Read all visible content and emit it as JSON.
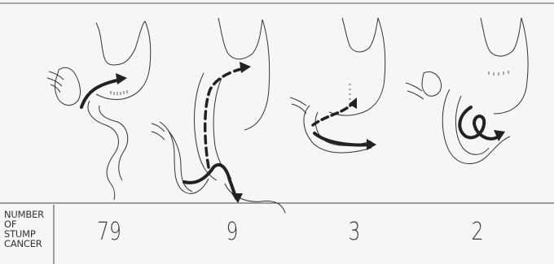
{
  "row_label": {
    "line1": "NUMBER",
    "line2": "OF",
    "line3": "STUMP",
    "line4": "CANCER"
  },
  "panels": [
    {
      "count": "79"
    },
    {
      "count": "9"
    },
    {
      "count": "3"
    },
    {
      "count": "2"
    }
  ]
}
